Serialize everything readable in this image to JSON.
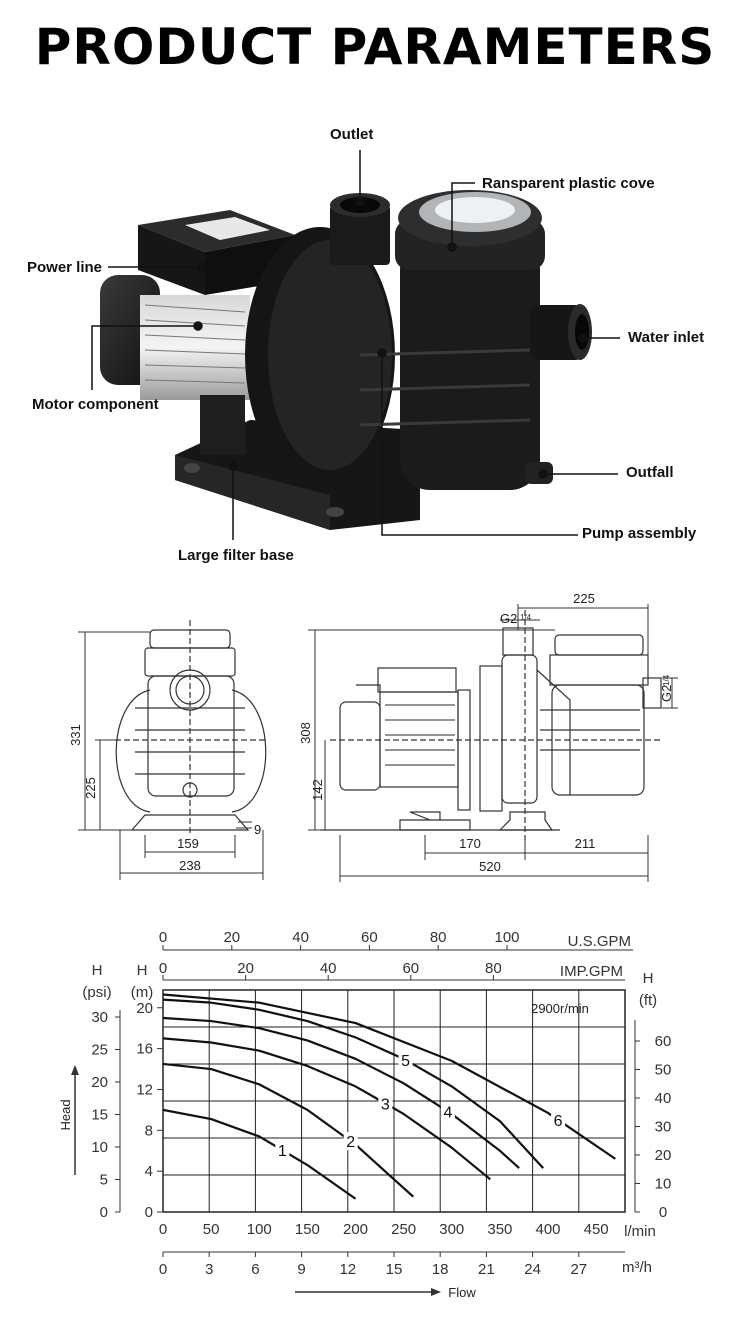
{
  "page": {
    "title": "PRODUCT PARAMETERS"
  },
  "callouts": {
    "outlet": "Outlet",
    "cover": "Ransparent plastic cove",
    "power_line": "Power line",
    "water_inlet": "Water inlet",
    "motor": "Motor component",
    "outfall": "Outfall",
    "pump_assembly": "Pump assembly",
    "filter_base": "Large filter base"
  },
  "dimensions": {
    "front": {
      "height_total": "331",
      "height_axis": "225",
      "base_width": "159",
      "total_width": "238",
      "foot": "9"
    },
    "side": {
      "height_total": "308",
      "height_axis": "142",
      "top_width": "225",
      "thread_top": "G2",
      "thread_side": "G2",
      "thread_frac": "1/4",
      "len_a": "170",
      "len_b": "211",
      "total_length": "520"
    }
  },
  "chart_data": {
    "type": "line",
    "annotation": "2900r/min",
    "ylabel": "Head",
    "xlabel": "Flow",
    "axes": {
      "top_gpm": {
        "label": "U.S.GPM",
        "ticks": [
          0,
          20,
          40,
          60,
          80,
          100
        ]
      },
      "top_imp": {
        "label": "IMP.GPM",
        "ticks": [
          0,
          20,
          40,
          60,
          80
        ]
      },
      "bottom_lmin": {
        "label": "l/min",
        "ticks": [
          0,
          50,
          100,
          150,
          200,
          250,
          300,
          350,
          400,
          450
        ],
        "range": [
          0,
          480
        ]
      },
      "bottom_m3h": {
        "label": "m³/h",
        "ticks": [
          0,
          3,
          6,
          9,
          12,
          15,
          18,
          21,
          24,
          27
        ]
      },
      "left_m": {
        "label_top": "H",
        "label_unit": "(m)",
        "ticks": [
          0,
          4,
          8,
          12,
          16,
          20
        ],
        "range": [
          0,
          20
        ]
      },
      "left_psi": {
        "label_top": "H",
        "label_unit": "(psi)",
        "ticks": [
          0,
          5,
          10,
          15,
          20,
          25,
          30
        ]
      },
      "right_ft": {
        "label_top": "H",
        "label_unit": "(ft)",
        "ticks": [
          0,
          10,
          20,
          30,
          40,
          50,
          60
        ]
      }
    },
    "grid": true,
    "series": [
      {
        "name": "1",
        "x": [
          0,
          50,
          100,
          150,
          200
        ],
        "y": [
          10,
          9.1,
          7.4,
          4.6,
          1.3
        ]
      },
      {
        "name": "2",
        "x": [
          0,
          50,
          100,
          150,
          200,
          260
        ],
        "y": [
          14.5,
          14,
          12.5,
          10,
          6.6,
          1.5
        ]
      },
      {
        "name": "3",
        "x": [
          0,
          50,
          100,
          150,
          200,
          250,
          300,
          340
        ],
        "y": [
          17,
          16.6,
          15.8,
          14.3,
          12.3,
          9.6,
          6.3,
          3.2
        ]
      },
      {
        "name": "4",
        "x": [
          0,
          50,
          100,
          150,
          200,
          250,
          300,
          350,
          370
        ],
        "y": [
          19,
          18.7,
          18,
          16.8,
          15,
          12.6,
          9.6,
          6,
          4.3
        ]
      },
      {
        "name": "5",
        "x": [
          0,
          50,
          100,
          150,
          200,
          250,
          300,
          350,
          395
        ],
        "y": [
          20.8,
          20.5,
          19.8,
          18.7,
          17.1,
          15,
          12.3,
          8.9,
          4.3
        ]
      },
      {
        "name": "6",
        "x": [
          0,
          100,
          200,
          300,
          400,
          470
        ],
        "y": [
          21.3,
          20.5,
          18.5,
          14.8,
          9.7,
          5.2
        ]
      }
    ]
  }
}
